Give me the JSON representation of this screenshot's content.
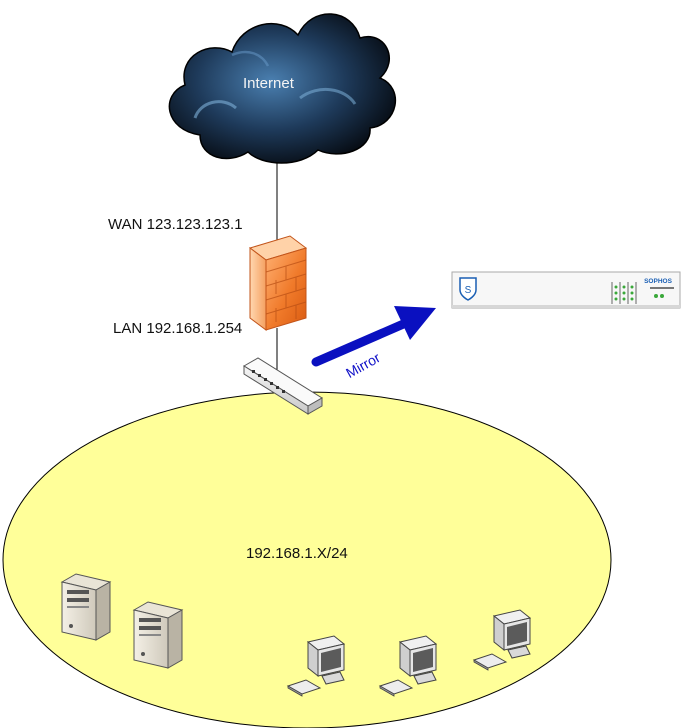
{
  "internet": {
    "label": "Internet"
  },
  "firewall": {
    "wan_label": "WAN 123.123.123.1",
    "lan_label": "LAN 192.168.1.254"
  },
  "mirror": {
    "label": "Mirror"
  },
  "subnet": {
    "label": "192.168.1.X/24"
  },
  "appliance": {
    "brand": "SOPHOS",
    "logo_letter": "S"
  },
  "colors": {
    "subnet_fill": "#ffff99",
    "mirror_arrow": "#0a10c0",
    "firewall": "#f07a2a",
    "cloud": "#0d1a2a"
  },
  "icons": {
    "cloud": "cloud-icon",
    "firewall": "firewall-icon",
    "switch": "switch-icon",
    "appliance": "sophos-appliance-icon",
    "server": "server-icon",
    "workstation": "workstation-icon"
  }
}
